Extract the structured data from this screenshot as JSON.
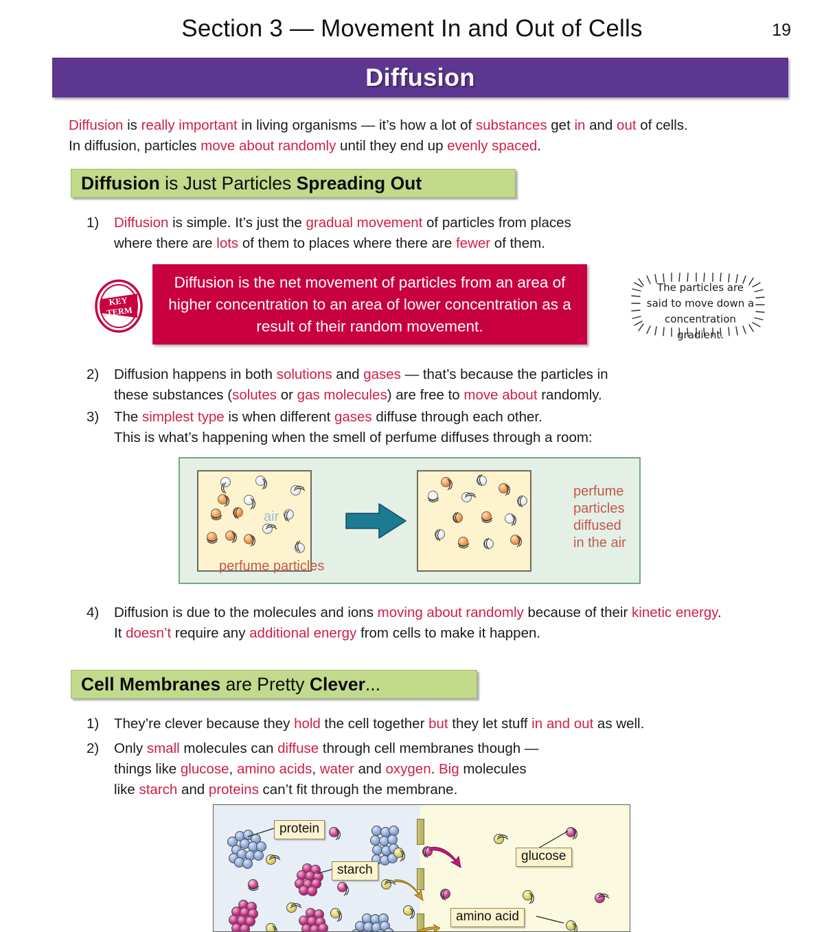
{
  "header": {
    "section_title": "Section 3 — Movement In and Out of Cells",
    "page_number": "19",
    "topic_banner": "Diffusion"
  },
  "intro": {
    "line1_a": "Diffusion",
    "line1_b": " is ",
    "line1_c": "really important",
    "line1_d": " in living organisms — it’s how a lot of ",
    "line1_e": "substances",
    "line1_f": " get ",
    "line1_g": "in",
    "line1_h": " and ",
    "line1_i": "out",
    "line1_j": " of cells.",
    "line2_a": "In diffusion, particles ",
    "line2_b": "move about randomly",
    "line2_c": " until they end up ",
    "line2_d": "evenly spaced",
    "line2_e": "."
  },
  "subheads": {
    "one_bold1": "Diffusion",
    "one_plain1": " is Just Particles ",
    "one_bold2": "Spreading Out",
    "two_bold1": "Cell Membranes",
    "two_plain1": " are Pretty ",
    "two_bold2": "Clever",
    "two_tail": "..."
  },
  "list_one": [
    {
      "num": "1)",
      "l1_a": "Diffusion",
      "l1_b": " is simple.  It’s just the ",
      "l1_c": "gradual movement",
      "l1_d": " of particles from places",
      "l2_a": "where there are ",
      "l2_b": "lots",
      "l2_c": " of them to places where there are ",
      "l2_d": "fewer",
      "l2_e": " of them."
    },
    {
      "num": "2)",
      "l1_a": "Diffusion happens in both ",
      "l1_b": "solutions",
      "l1_c": " and ",
      "l1_d": "gases",
      "l1_e": " — that’s because the particles in",
      "l2_a": "these substances (",
      "l2_b": "solutes",
      "l2_c": " or ",
      "l2_d": "gas molecules",
      "l2_e": ") are free to ",
      "l2_f": "move about",
      "l2_g": " randomly."
    },
    {
      "num": "3)",
      "l1_a": "The ",
      "l1_b": "simplest type",
      "l1_c": " is when different ",
      "l1_d": "gases",
      "l1_e": " diffuse through each other.",
      "l2_a": "This is what’s happening when the smell of perfume diffuses through a room:"
    },
    {
      "num": "4)",
      "l1_a": "Diffusion is due to the molecules and ions ",
      "l1_b": "moving about randomly",
      "l1_c": " because of their ",
      "l1_d": "kinetic energy",
      "l1_e": ".",
      "l2_a": "It ",
      "l2_b": "doesn’t",
      "l2_c": " require any ",
      "l2_d": "additional energy",
      "l2_e": " from cells to make it happen."
    }
  ],
  "list_two": [
    {
      "num": "1)",
      "l1_a": "They’re clever because they ",
      "l1_b": "hold",
      "l1_c": " the cell together ",
      "l1_d": "but",
      "l1_e": " they let stuff ",
      "l1_f": "in and out",
      "l1_g": " as well."
    },
    {
      "num": "2)",
      "l1_a": "Only ",
      "l1_b": "small",
      "l1_c": " molecules can ",
      "l1_d": "diffuse",
      "l1_e": " through cell membranes though —",
      "l2_a": "things like ",
      "l2_b": "glucose",
      "l2_c": ", ",
      "l2_d": "amino acids",
      "l2_e": ", ",
      "l2_f": "water",
      "l2_g": " and ",
      "l2_h": "oxygen",
      "l2_i": ".  ",
      "l2_j": "Big",
      "l2_k": " molecules",
      "l3_a": "like ",
      "l3_b": "starch",
      "l3_c": " and ",
      "l3_d": "proteins",
      "l3_e": " can’t fit through the membrane."
    }
  ],
  "key_term": {
    "badge_line1": "KEY",
    "badge_line2": "TERM",
    "text": "Diffusion is the net movement of particles from an area of higher concentration to an area of lower concentration as a result of their random movement."
  },
  "note": {
    "line1": "The particles are",
    "line2": "said to move down a",
    "line3": "concentration gradient."
  },
  "perfume_figure": {
    "label_air": "air",
    "label_perfume_particles": "perfume particles",
    "label_right_l1": "perfume",
    "label_right_l2": "particles",
    "label_right_l3": "diffused",
    "label_right_l4": "in the air",
    "arrow": "right-arrow-icon"
  },
  "membrane_figure": {
    "label_protein": "protein",
    "label_starch": "starch",
    "label_glucose": "glucose",
    "label_amino_acid": "amino acid"
  },
  "colors": {
    "banner_purple": "#5c3690",
    "subhead_green": "#c3d98c",
    "key_term_red": "#c8003f",
    "accent_red": "#cf1f45",
    "arrow_teal": "#1c7a93",
    "figure_green_bg": "#e4efe6",
    "figure_cream": "#fdf3cf"
  }
}
